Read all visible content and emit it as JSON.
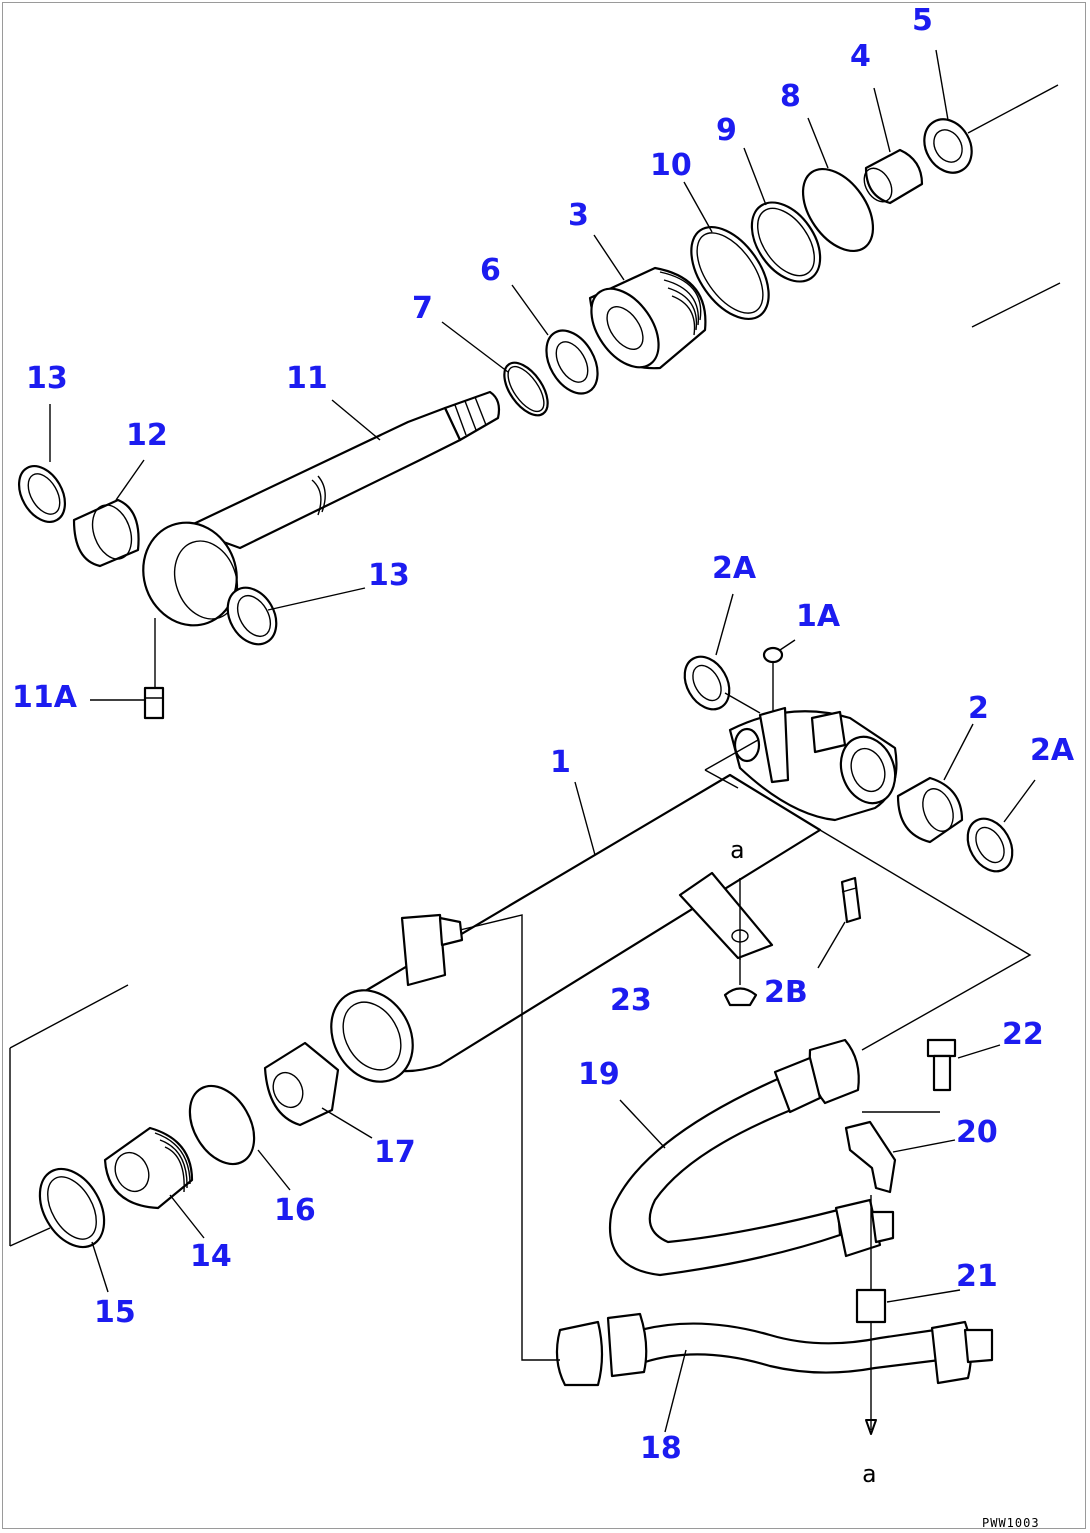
{
  "diagram": {
    "drawing_code": "PWW1003",
    "view_marks": [
      "a",
      "a"
    ],
    "callouts": [
      {
        "id": "5",
        "label": "5"
      },
      {
        "id": "4",
        "label": "4"
      },
      {
        "id": "8",
        "label": "8"
      },
      {
        "id": "9",
        "label": "9"
      },
      {
        "id": "10",
        "label": "10"
      },
      {
        "id": "3",
        "label": "3"
      },
      {
        "id": "6",
        "label": "6"
      },
      {
        "id": "7",
        "label": "7"
      },
      {
        "id": "11",
        "label": "11"
      },
      {
        "id": "13a",
        "label": "13"
      },
      {
        "id": "12",
        "label": "12"
      },
      {
        "id": "13b",
        "label": "13"
      },
      {
        "id": "11A",
        "label": "11A"
      },
      {
        "id": "2A-top",
        "label": "2A"
      },
      {
        "id": "1A",
        "label": "1A"
      },
      {
        "id": "2",
        "label": "2"
      },
      {
        "id": "2A-right",
        "label": "2A"
      },
      {
        "id": "1",
        "label": "1"
      },
      {
        "id": "2B",
        "label": "2B"
      },
      {
        "id": "23",
        "label": "23"
      },
      {
        "id": "22",
        "label": "22"
      },
      {
        "id": "19",
        "label": "19"
      },
      {
        "id": "20",
        "label": "20"
      },
      {
        "id": "17",
        "label": "17"
      },
      {
        "id": "16",
        "label": "16"
      },
      {
        "id": "14",
        "label": "14"
      },
      {
        "id": "15",
        "label": "15"
      },
      {
        "id": "21",
        "label": "21"
      },
      {
        "id": "18",
        "label": "18"
      }
    ]
  }
}
